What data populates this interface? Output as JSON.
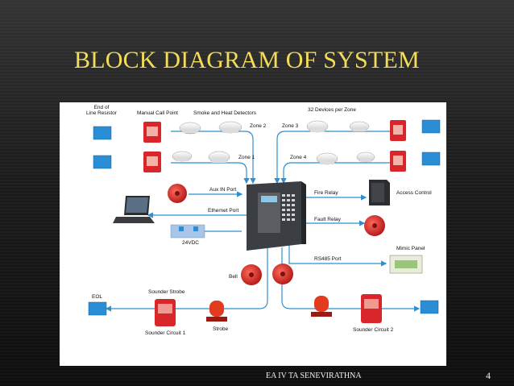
{
  "slide": {
    "title": "BLOCK DIAGRAM OF SYSTEM",
    "footer": "EA IV TA SENEVIRATHNA",
    "page_number": "4"
  },
  "diagram": {
    "labels": {
      "end_of_line_resistor": "End of\nLine Resistor",
      "manual_call_point": "Manual Call Point",
      "smoke_heat_detectors": "Smoke and Heat Detectors",
      "devices_per_zone": "32 Devices per Zone",
      "zone2": "Zone 2",
      "zone1": "Zone 1",
      "zone3": "Zone 3",
      "zone4": "Zone 4",
      "aux_in_port": "Aux IN Port",
      "ethernet_port": "Ethernet Port",
      "vdc24": "24VDC",
      "fire_relay": "Fire Relay",
      "access_control": "Access Control",
      "fault_relay": "Fault Relay",
      "mimic_panel": "Mimic Panel",
      "rs485_port": "RS485 Port",
      "bell": "Bell",
      "sounder_strobe": "Sounder Strobe",
      "eol": "EOL",
      "sounder_circuit_1": "Sounder Circuit 1",
      "strobe": "Strobe",
      "sounder_circuit_2": "Sounder Circuit 2"
    },
    "colors": {
      "wire": "#2f8fd0",
      "device_red": "#d8262a",
      "panel_dark": "#3b3e42",
      "eol_blue": "#2a8ed6"
    }
  }
}
